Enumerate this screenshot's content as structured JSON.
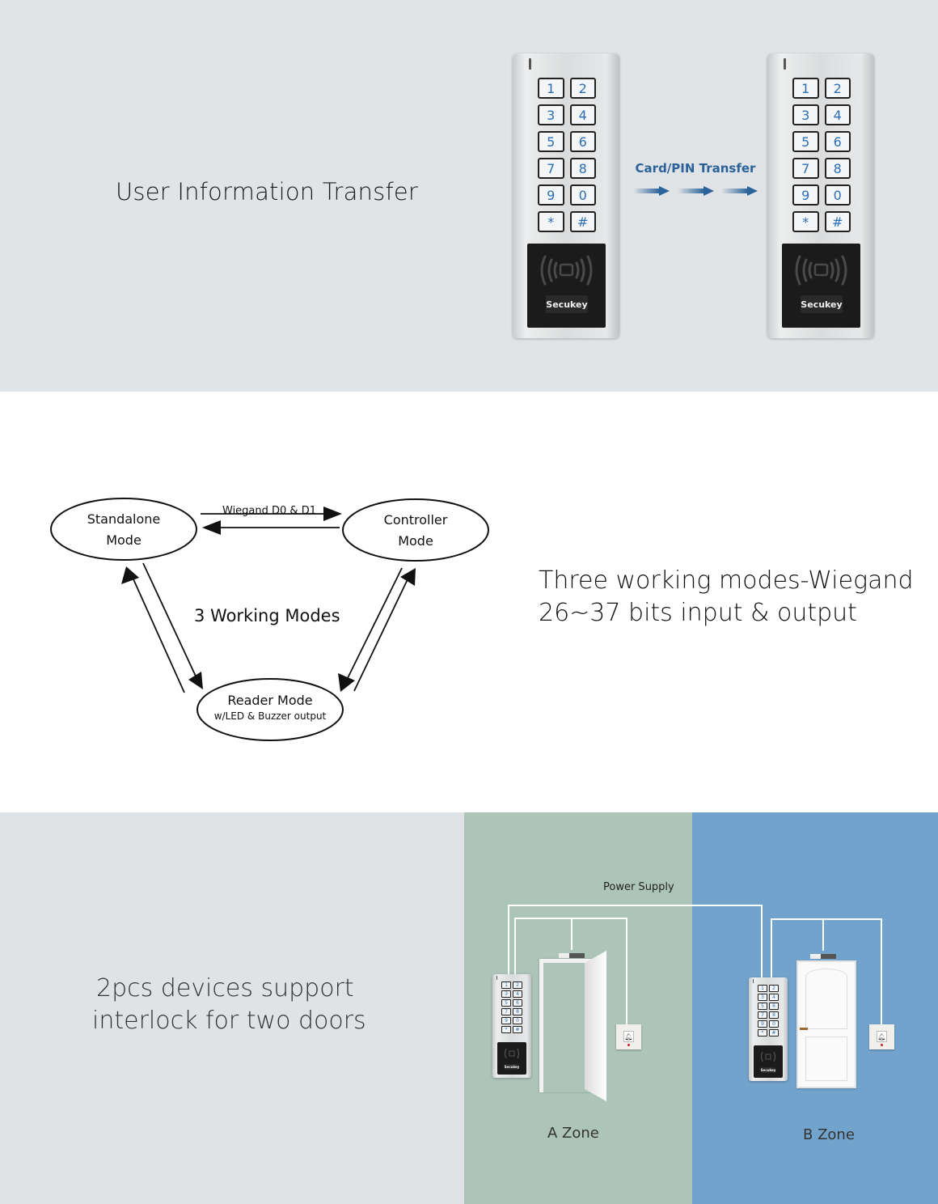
{
  "section1": {
    "heading": "User Information Transfer",
    "transfer_label": "Card/PIN Transfer",
    "arrow_count": 3,
    "device_keys": [
      "1",
      "2",
      "3",
      "4",
      "5",
      "6",
      "7",
      "8",
      "9",
      "0",
      "*",
      "#"
    ],
    "brand": "Secukey",
    "icons": [
      "rfid-reader-icon",
      "right-arrow-icon"
    ]
  },
  "section2": {
    "heading_line1": "Three working modes-Wiegand",
    "heading_line2": "26~37 bits input & output",
    "diagram": {
      "title": "3 Working Modes",
      "link_label": "Wiegand D0 & D1",
      "nodes": [
        {
          "id": "standalone",
          "line1": "Standalone",
          "line2": "Mode"
        },
        {
          "id": "controller",
          "line1": "Controller",
          "line2": "Mode"
        },
        {
          "id": "reader",
          "line1": "Reader Mode",
          "line2": "w/LED & Buzzer output"
        }
      ],
      "edges": [
        {
          "from": "standalone",
          "to": "controller"
        },
        {
          "from": "controller",
          "to": "standalone"
        },
        {
          "from": "standalone",
          "to": "reader"
        },
        {
          "from": "reader",
          "to": "standalone"
        },
        {
          "from": "controller",
          "to": "reader"
        },
        {
          "from": "reader",
          "to": "controller"
        }
      ]
    }
  },
  "section3": {
    "heading_line1": "2pcs devices support",
    "heading_line2": "interlock for two doors",
    "power_label": "Power Supply",
    "zones": [
      {
        "label": "A Zone",
        "color": "#adc5b8",
        "door": "open"
      },
      {
        "label": "B Zone",
        "color": "#72a3cc",
        "door": "closed"
      }
    ],
    "icons": [
      "keypad-device-icon",
      "door-icon",
      "doorbell-button-icon",
      "magnetic-lock-icon"
    ]
  },
  "colors": {
    "band_grey": "#e1e4e6",
    "accent_blue": "#2a6299",
    "key_digit_blue": "#2d6fb3"
  }
}
